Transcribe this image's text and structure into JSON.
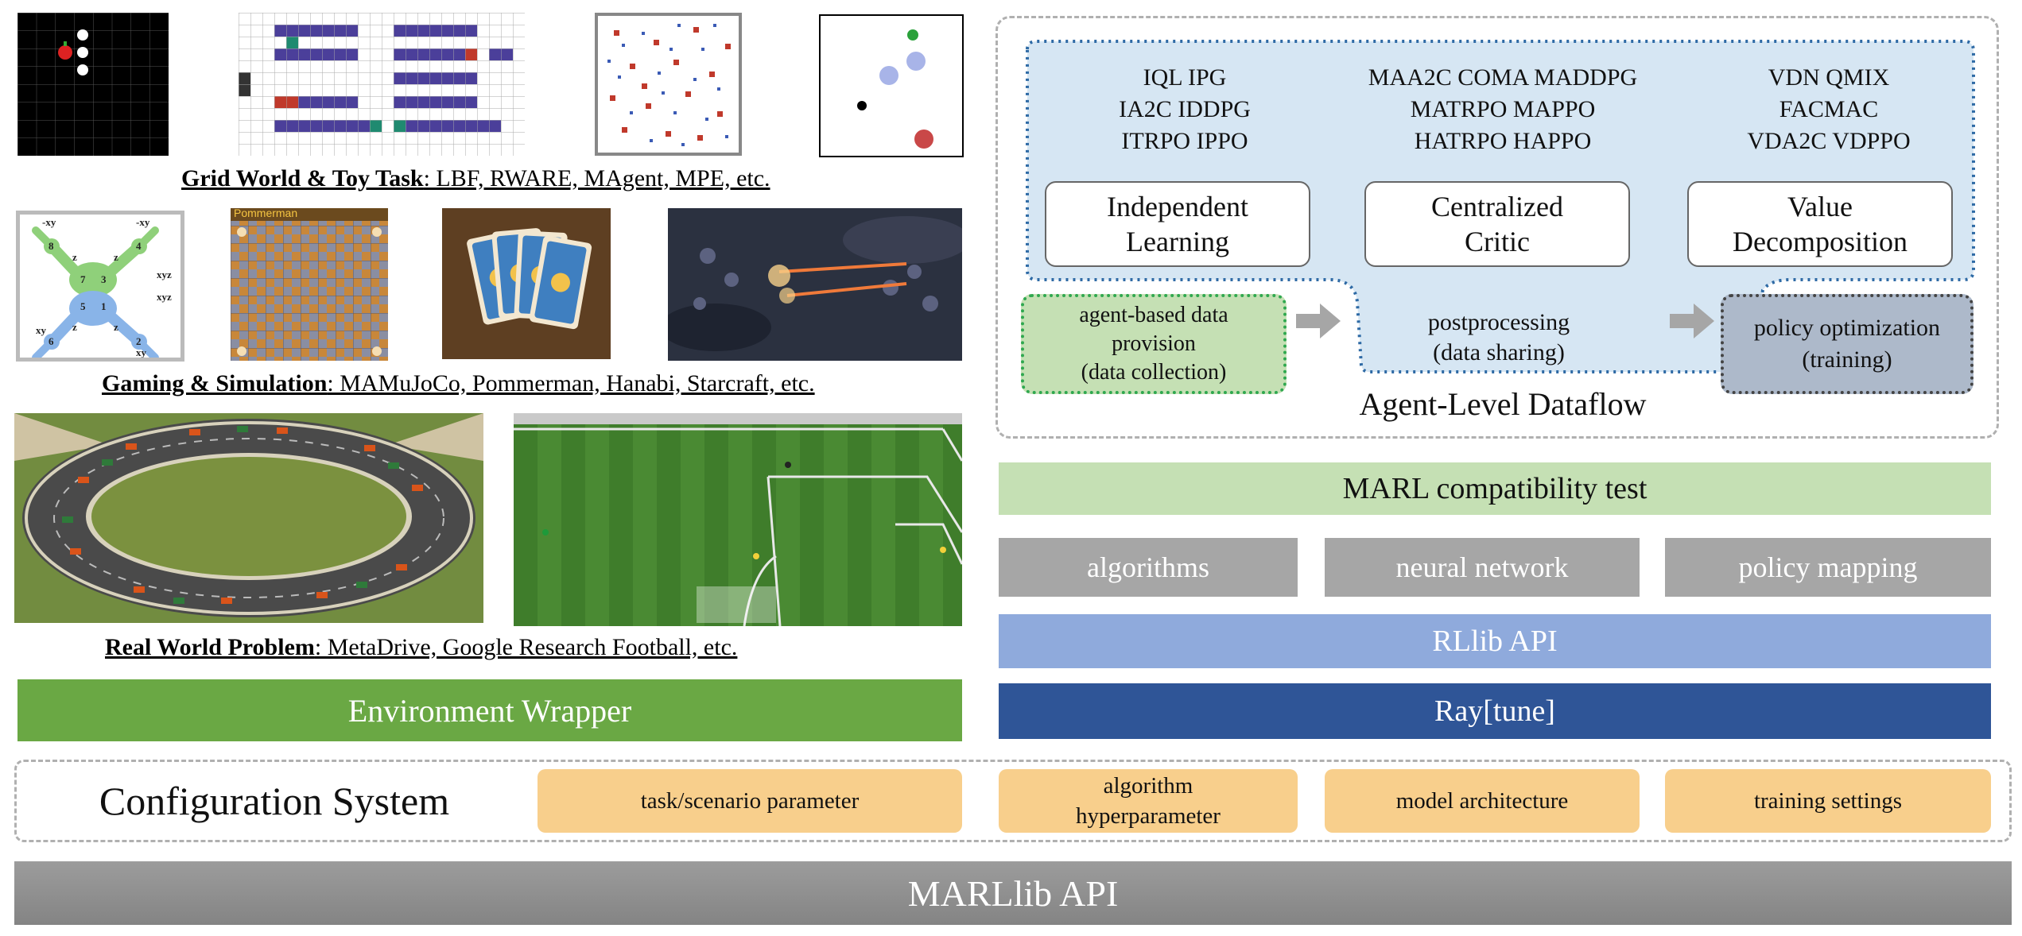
{
  "captions": {
    "grid": {
      "bold": "Grid World & Toy Task",
      "rest": ": LBF, RWARE, MAgent, MPE, etc. "
    },
    "gaming": {
      "bold": "Gaming & Simulation",
      "rest": ": MAMuJoCo, Pommerman, Hanabi, Starcraft, etc."
    },
    "real": {
      "bold": "Real World Problem",
      "rest": ": MetaDrive, Google Research Football, etc."
    }
  },
  "thumbnails": {
    "pommerman_label": "Pommerman",
    "mujoco_labels": [
      "-xy",
      "-xy",
      "z",
      "z",
      "z",
      "z",
      "xyz",
      "xyz",
      "xy",
      "xy",
      "8",
      "7",
      "3",
      "4",
      "5",
      "1",
      "6",
      "2"
    ]
  },
  "environment_wrapper": "Environment Wrapper",
  "dataflow": {
    "independent": {
      "algos": "IQL IPG\nIA2C IDDPG\nITRPO IPPO",
      "label": "Independent\nLearning"
    },
    "centralized": {
      "algos": "MAA2C COMA MADDPG\nMATRPO MAPPO\nHATRPO HAPPO",
      "label": "Centralized\nCritic"
    },
    "value": {
      "algos": "VDN QMIX\nFACMAC\nVDA2C VDPPO",
      "label": "Value\nDecomposition"
    },
    "agent_data": "agent-based data\nprovision\n(data collection)",
    "postprocessing": "postprocessing\n(data sharing)",
    "policy_opt": "policy optimization\n(training)",
    "title": "Agent-Level Dataflow"
  },
  "compat_test": "MARL compatibility test",
  "components": [
    "algorithms",
    "neural network",
    "policy mapping"
  ],
  "rllib": "RLlib API",
  "ray": "Ray[tune]",
  "config": {
    "title": "Configuration System",
    "items": [
      "task/scenario parameter",
      "algorithm\nhyperparameter",
      "model architecture",
      "training settings"
    ]
  },
  "api": "MARLlib API",
  "colors": {
    "green": "#6aa844",
    "light_green": "#c5e0b4",
    "light_blue": "#d6e6f3",
    "rllib_blue": "#8faadc",
    "ray_blue": "#2f5597",
    "gray": "#a6a6a6",
    "orange": "#f8cf8c",
    "api_gray": "#8c8c8c"
  }
}
